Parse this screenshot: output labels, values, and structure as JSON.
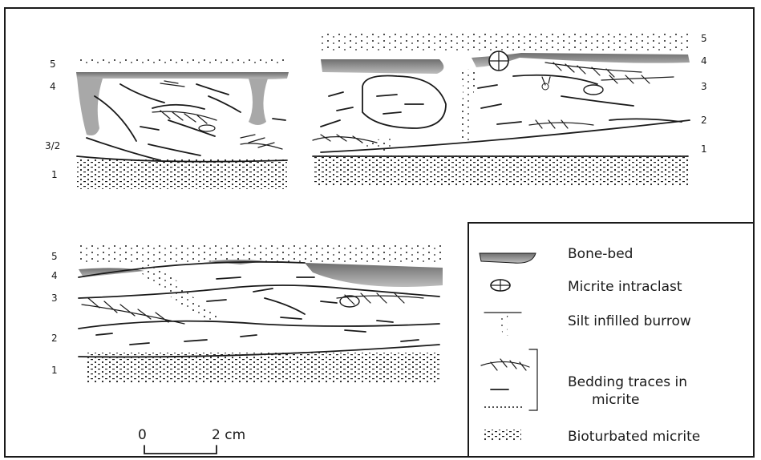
{
  "section_labels": {
    "top_left": [
      "5",
      "4",
      "3/2",
      "1"
    ],
    "top_right": [
      "5",
      "4",
      "3",
      "2",
      "1"
    ],
    "bottom": [
      "5",
      "4",
      "3",
      "2",
      "1"
    ]
  },
  "legend": [
    {
      "symbol": "bone-bed-symbol",
      "label": "Bone-bed"
    },
    {
      "symbol": "intraclast-symbol",
      "label": "Micrite intraclast"
    },
    {
      "symbol": "burrow-symbol",
      "label": "Silt infilled burrow"
    },
    {
      "symbol": "bedding-symbol",
      "label": "Bedding traces in",
      "label2": "micrite"
    },
    {
      "symbol": "bioturbation-symbol",
      "label": "Bioturbated micrite"
    }
  ],
  "scale_bar": {
    "start": "0",
    "end": "2 cm"
  },
  "colors": {
    "ink": "#1a1a1a",
    "bone_bed": "#9a9a9a",
    "background": "#ffffff"
  }
}
